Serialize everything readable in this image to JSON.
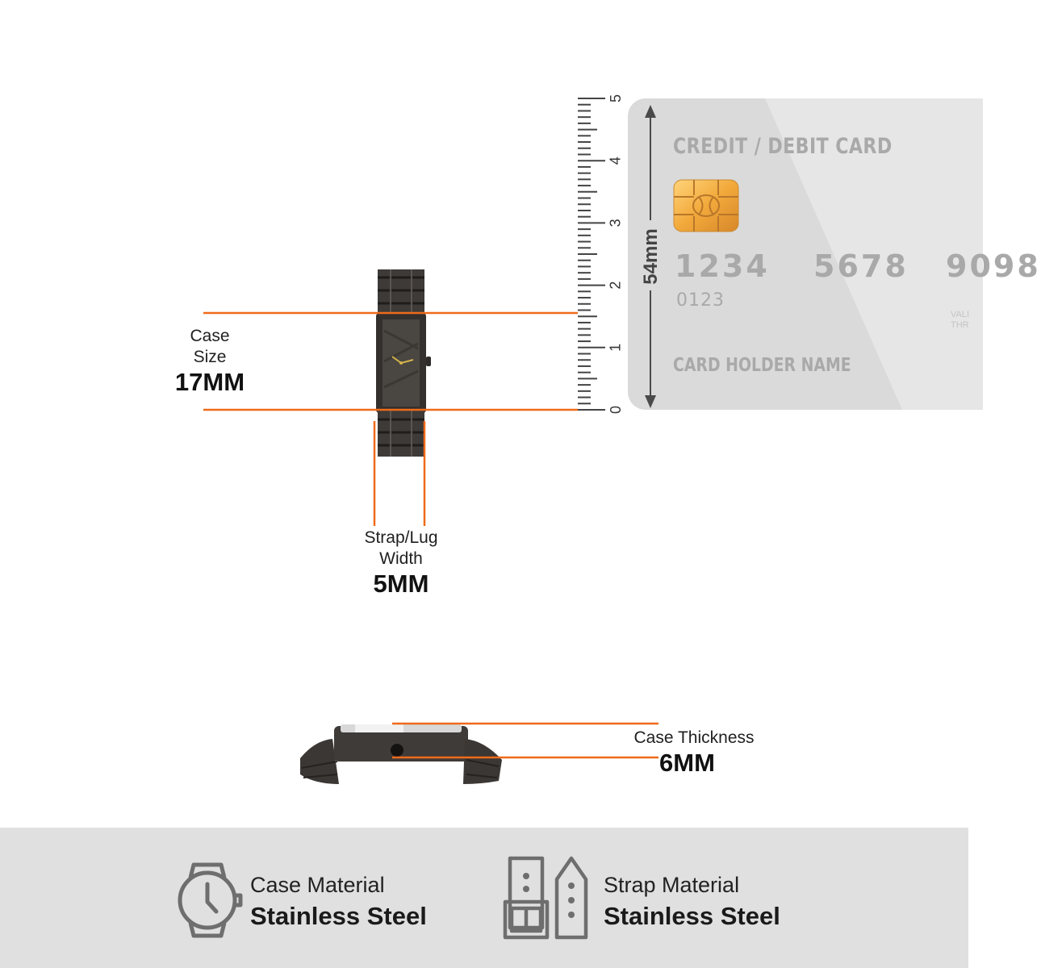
{
  "card": {
    "title": "CREDIT / DEBIT CARD",
    "number_groups": [
      "1234",
      "5678",
      "9098"
    ],
    "small_number": "0123",
    "holder": "CARD HOLDER NAME",
    "valid_lines": [
      "VALI",
      "THR"
    ],
    "height_label": "54mm"
  },
  "ruler": {
    "labels": [
      "0",
      "1",
      "2",
      "3",
      "4",
      "5"
    ]
  },
  "case_size": {
    "line1": "Case",
    "line2": "Size",
    "value": "17MM"
  },
  "strap_lug": {
    "line1": "Strap/Lug",
    "line2": "Width",
    "value": "5MM"
  },
  "case_thickness": {
    "label": "Case Thickness",
    "value": "6MM"
  },
  "materials": [
    {
      "label": "Case Material",
      "value": "Stainless Steel",
      "icon": "watch-icon"
    },
    {
      "label": "Strap Material",
      "value": "Stainless Steel",
      "icon": "strap-icon"
    }
  ],
  "colors": {
    "accent": "#ef6a1a",
    "watch": "#3e3a37",
    "card": "#dadada",
    "band": "#e0e0e0",
    "icon": "#6e6e6e"
  }
}
